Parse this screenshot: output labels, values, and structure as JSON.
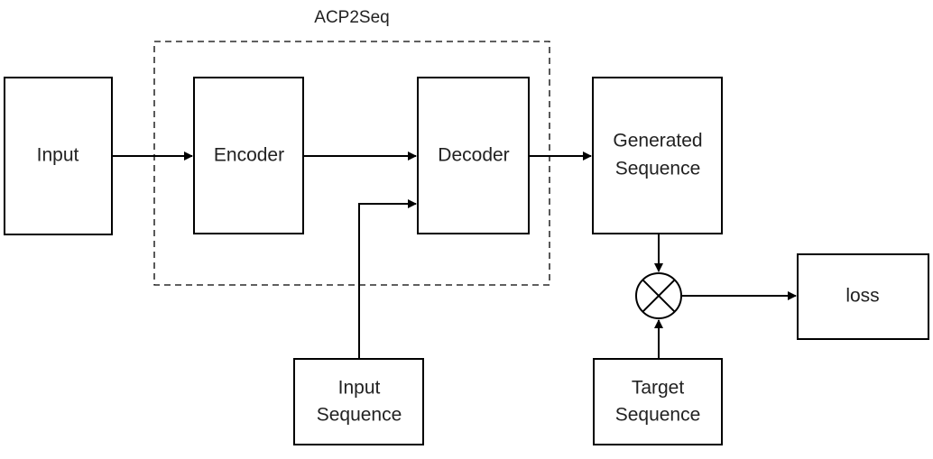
{
  "diagram": {
    "group_label": "ACP2Seq",
    "nodes": {
      "input": "Input",
      "encoder": "Encoder",
      "decoder": "Decoder",
      "generated_line1": "Generated",
      "generated_line2": "Sequence",
      "input_seq_line1": "Input",
      "input_seq_line2": "Sequence",
      "target_line1": "Target",
      "target_line2": "Sequence",
      "loss": "loss"
    }
  }
}
